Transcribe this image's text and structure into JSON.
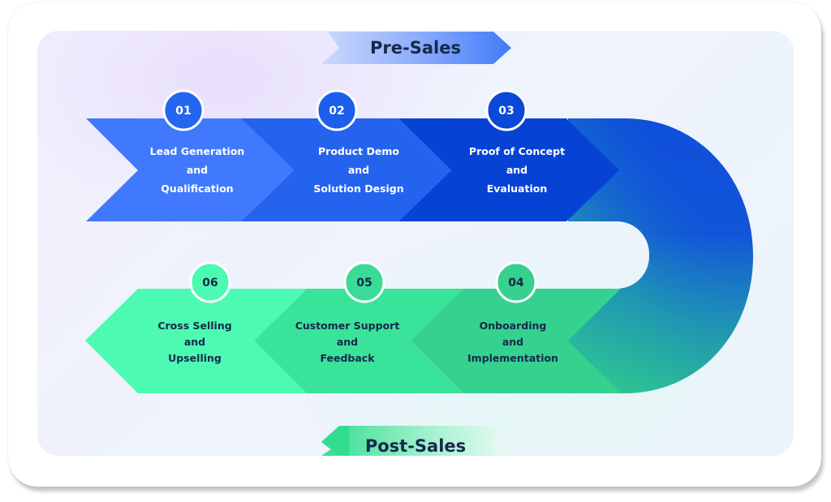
{
  "banners": {
    "top": "Pre-Sales",
    "bottom": "Post-Sales"
  },
  "colors": {
    "step1": "#4079fe",
    "step2": "#2463ee",
    "step3": "#0643d5",
    "curve_top": "#0f4fdb",
    "curve_bottom": "#2bc48d",
    "step4": "#35d18f",
    "step5": "#3ae39a",
    "step6": "#4dfab2",
    "blue_text": "#ffffff",
    "green_text": "#16284a",
    "badge_border": "#ffffff"
  },
  "steps": [
    {
      "number": "01",
      "lines": [
        "Lead Generation",
        "and",
        "Qualification"
      ],
      "phase": "Pre-Sales"
    },
    {
      "number": "02",
      "lines": [
        "Product Demo",
        "and",
        "Solution Design"
      ],
      "phase": "Pre-Sales"
    },
    {
      "number": "03",
      "lines": [
        "Proof of Concept",
        "and",
        "Evaluation"
      ],
      "phase": "Pre-Sales"
    },
    {
      "number": "04",
      "lines": [
        "Onboarding",
        "and",
        "Implementation"
      ],
      "phase": "Post-Sales"
    },
    {
      "number": "05",
      "lines": [
        "Customer Support",
        "and",
        "Feedback"
      ],
      "phase": "Post-Sales"
    },
    {
      "number": "06",
      "lines": [
        "Cross Selling",
        "and",
        "Upselling"
      ],
      "phase": "Post-Sales"
    }
  ]
}
